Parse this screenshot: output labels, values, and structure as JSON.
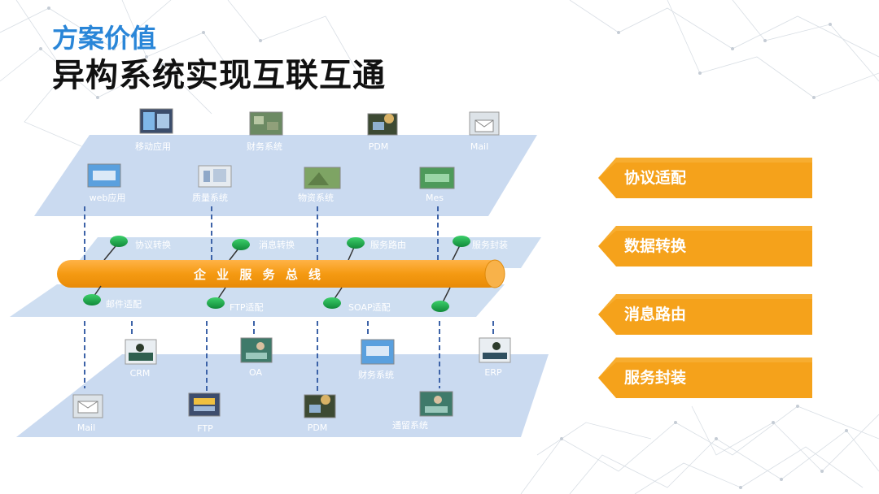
{
  "slide": {
    "section_title": "方案价值",
    "main_title": "异构系统实现互联互通"
  },
  "diagram": {
    "top_plane": {
      "row1": [
        "移动应用",
        "财务系统",
        "PDM",
        "Mail"
      ],
      "row2": [
        "web应用",
        "质量系统",
        "物资系统",
        "Mes"
      ]
    },
    "bus": {
      "label": "企 业 服 务 总 线",
      "upper_adapters": [
        "协议转换",
        "消息转换",
        "服务路由",
        "服务封装"
      ],
      "lower_adapters": [
        "邮件适配",
        "FTP适配",
        "SOAP适配",
        ""
      ]
    },
    "bottom_plane": {
      "row1": [
        "CRM",
        "OA",
        "财务系统",
        "ERP"
      ],
      "row2": [
        "Mail",
        "FTP",
        "PDM",
        "通留系统"
      ]
    }
  },
  "values": [
    {
      "label": "协议适配"
    },
    {
      "label": "数据转换"
    },
    {
      "label": "消息路由"
    },
    {
      "label": "服务封装"
    }
  ],
  "colors": {
    "accent": "#f5a623",
    "plane": "#c9d9ee",
    "bus": "#f59a12",
    "adapter": "#1aa54a",
    "title_blue": "#2a86d8"
  }
}
